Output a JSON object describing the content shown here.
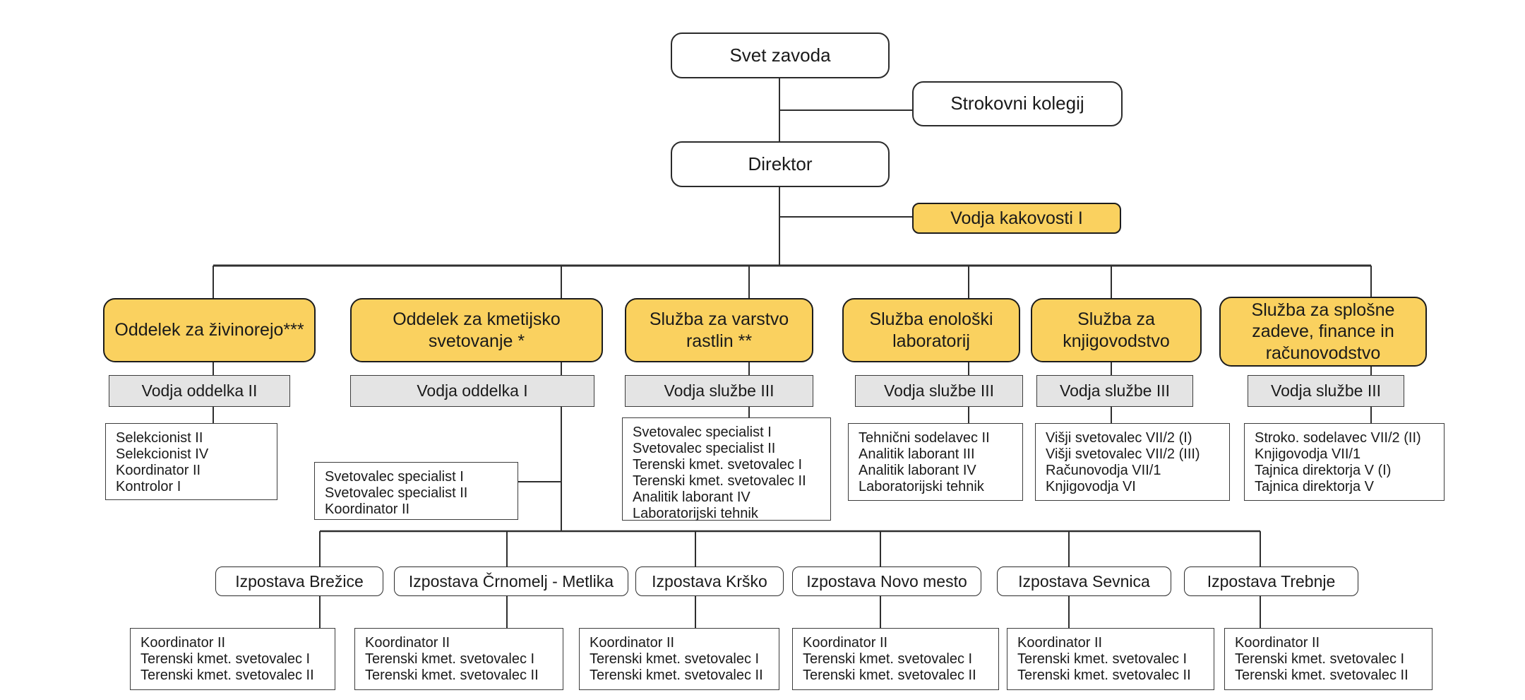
{
  "colors": {
    "accent_yellow": "#FAD15F",
    "head_gray": "#E4E4E4",
    "line_dark": "#2f2f2f",
    "box_border": "#1c1c1c"
  },
  "top": {
    "council": "Svet zavoda",
    "college": "Strokovni kolegij",
    "director": "Direktor",
    "quality_lead": "Vodja kakovosti I"
  },
  "departments": [
    {
      "title": "Oddelek za živinorejo***",
      "head": "Vodja oddelka II",
      "staff": [
        "Selekcionist II",
        "Selekcionist IV",
        "Koordinator II",
        "Kontrolor I"
      ]
    },
    {
      "title": "Oddelek za kmetijsko svetovanje *",
      "head": "Vodja oddelka I",
      "staff": [
        "Svetovalec specialist I",
        "Svetovalec specialist II",
        "Koordinator II"
      ]
    },
    {
      "title": "Služba za varstvo rastlin **",
      "head": "Vodja službe III",
      "staff": [
        "Svetovalec specialist I",
        "Svetovalec specialist II",
        "Terenski kmet. svetovalec I",
        "Terenski kmet. svetovalec II",
        "Analitik laborant IV",
        "Laboratorijski tehnik"
      ]
    },
    {
      "title": "Služba enološki laboratorij",
      "head": "Vodja službe III",
      "staff": [
        "Tehnični sodelavec II",
        "Analitik laborant III",
        "Analitik laborant IV",
        "Laboratorijski tehnik"
      ]
    },
    {
      "title": "Služba za knjigovodstvo",
      "head": "Vodja službe III",
      "staff": [
        "Višji svetovalec VII/2 (I)",
        "Višji svetovalec VII/2 (III)",
        "Računovodja VII/1",
        "Knjigovodja VI"
      ]
    },
    {
      "title": "Služba za splošne zadeve, finance in računovodstvo",
      "head": "Vodja službe III",
      "staff": [
        "Stroko. sodelavec VII/2 (II)",
        "Knjigovodja VII/1",
        "Tajnica direktorja V (I)",
        "Tajnica direktorja V"
      ]
    }
  ],
  "branches": [
    {
      "title": "Izpostava Brežice",
      "staff": [
        "Koordinator II",
        "Terenski kmet. svetovalec I",
        "Terenski kmet. svetovalec II"
      ]
    },
    {
      "title": "Izpostava Črnomelj - Metlika",
      "staff": [
        "Koordinator II",
        "Terenski kmet. svetovalec I",
        "Terenski kmet. svetovalec II"
      ]
    },
    {
      "title": "Izpostava Krško",
      "staff": [
        "Koordinator II",
        "Terenski kmet. svetovalec I",
        "Terenski kmet. svetovalec II"
      ]
    },
    {
      "title": "Izpostava Novo mesto",
      "staff": [
        "Koordinator II",
        "Terenski kmet. svetovalec I",
        "Terenski kmet. svetovalec II"
      ]
    },
    {
      "title": "Izpostava Sevnica",
      "staff": [
        "Koordinator II",
        "Terenski kmet. svetovalec I",
        "Terenski kmet. svetovalec II"
      ]
    },
    {
      "title": "Izpostava Trebnje",
      "staff": [
        "Koordinator II",
        "Terenski kmet. svetovalec I",
        "Terenski kmet. svetovalec II"
      ]
    }
  ]
}
